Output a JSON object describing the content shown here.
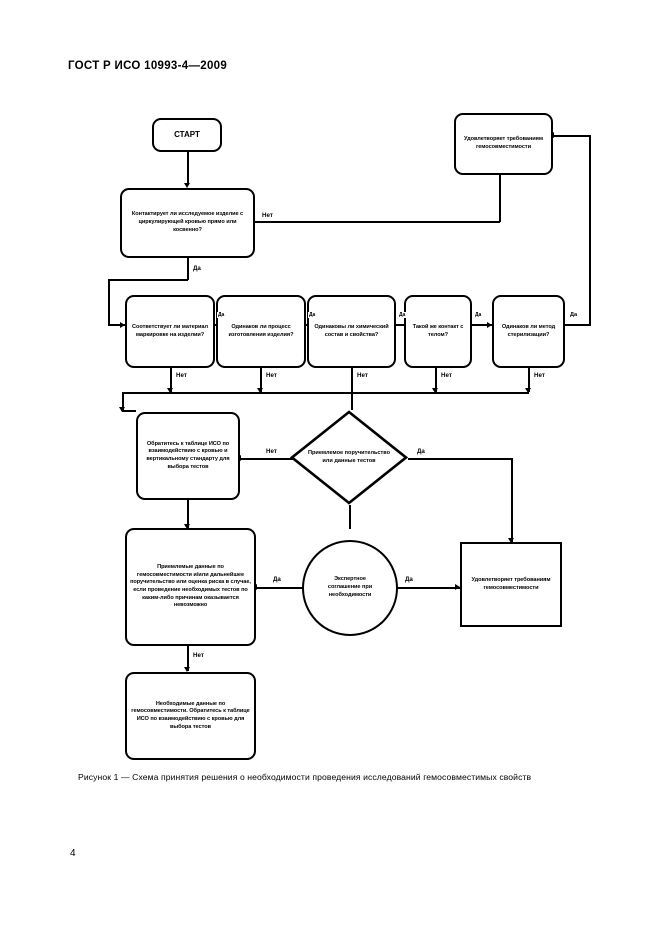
{
  "document": {
    "header": "ГОСТ Р ИСО 10993-4—2009",
    "page_number": "4",
    "figure_caption": "Рисунок 1 — Схема принятия решения о необходимости проведения исследований гемосовместимых свойств"
  },
  "flowchart": {
    "nodes": {
      "start": "СТАРТ",
      "q_contact": "Контактирует ли исследуемое изделие с циркулирующей кровью прямо или косвенно?",
      "satisfies_top": "Удовлетворяет требованиям гемосовместимости",
      "q_material": "Соответствует ли материал маркировке на изделии?",
      "q_process": "Одинаков ли процесс изготовления изделия?",
      "q_chemical": "Одинаковы ли химический состав и свойства?",
      "q_contact_body": "Такой же контакт с телом?",
      "q_sterilization": "Одинаков ли метод стерилизации?",
      "iso_table": "Обратитесь к таблице ИСО по взаимодействию с кровью и вертикальному стандарту для выбора тестов",
      "diamond_warranty": "Приемлемое поручительство или данные тестов",
      "acceptable_data": "Приемлемые данные по гемосовместимости и/или дальнейшее поручительство или оценка риска в случае, если проведение необходимых тестов по каким-либо причинам оказывается невозможно",
      "expert_agreement": "Экспертное соглашение при необходимости",
      "satisfies_bottom": "Удовлетворяет требованиям гемосовместимости",
      "required_data": "Необходимые данные по гемосовместимости. Обратитесь к таблице ИСО по взаимодействию с кровью для выбора тестов"
    },
    "labels": {
      "no": "Нет",
      "yes": "Да"
    },
    "edge_labels": [
      {
        "key": "contact_no",
        "text": "Нет"
      },
      {
        "key": "contact_yes",
        "text": "Да"
      },
      {
        "key": "material_yes",
        "text": "Да"
      },
      {
        "key": "process_yes",
        "text": "Да"
      },
      {
        "key": "chemical_yes",
        "text": "Да"
      },
      {
        "key": "contact_body_yes",
        "text": "Да"
      },
      {
        "key": "sterilization_yes",
        "text": "Да"
      },
      {
        "key": "material_no",
        "text": "Нет"
      },
      {
        "key": "process_no",
        "text": "Нет"
      },
      {
        "key": "chemical_no",
        "text": "Нет"
      },
      {
        "key": "contact_body_no",
        "text": "Нет"
      },
      {
        "key": "sterilization_no",
        "text": "Нет"
      },
      {
        "key": "diamond_no",
        "text": "Нет"
      },
      {
        "key": "diamond_yes",
        "text": "Да"
      },
      {
        "key": "circle_left_yes",
        "text": "Да"
      },
      {
        "key": "circle_right_yes",
        "text": "Да"
      },
      {
        "key": "acceptable_no",
        "text": "Нет"
      }
    ],
    "colors": {
      "stroke": "#000000",
      "background": "#ffffff"
    }
  }
}
